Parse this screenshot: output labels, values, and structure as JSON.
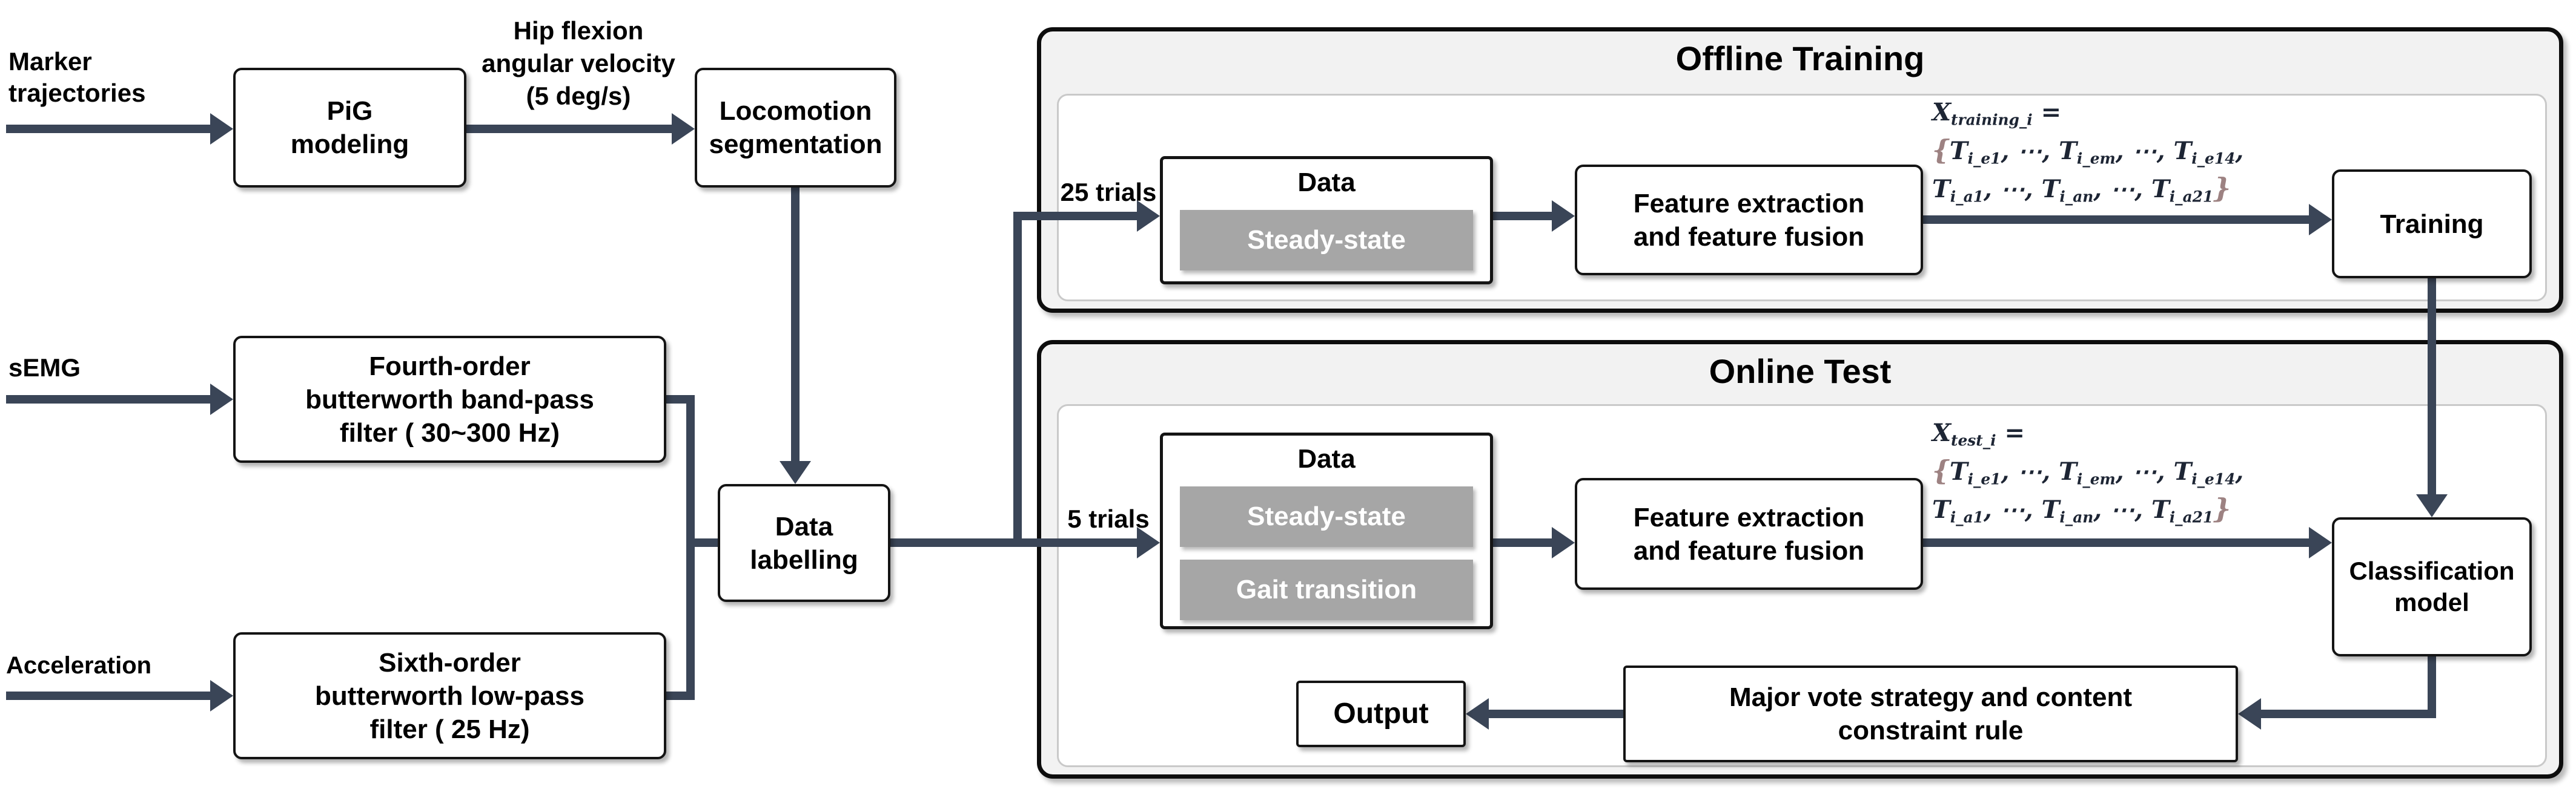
{
  "colors": {
    "accent": "#3a4557",
    "panel_fill": "#f2f2f2",
    "panel_border": "#0d0d0d",
    "inner_border": "#c9c9c9",
    "box_border": "#141414",
    "gray_box": "#a6a6a6",
    "formula_text": "#1d2534",
    "formula_brace": "#9d8282"
  },
  "preprocessing": {
    "marker_label": "Marker\ntrajectories",
    "pig_box": "PiG\nmodeling",
    "hip_velocity_label": "Hip flexion\nangular velocity\n(5 deg/s)",
    "locomotion_box": "Locomotion\nsegmentation",
    "semg_label": "sEMG",
    "bandpass_box": "Fourth-order\nbutterworth band-pass\nfilter ( 30~300 Hz)",
    "acceleration_label": "Acceleration",
    "lowpass_box": "Sixth-order\nbutterworth low-pass\nfilter ( 25 Hz)",
    "labelling_box": "Data\nlabelling"
  },
  "offline": {
    "title": "Offline Training",
    "trials_label": "25 trials",
    "data_box_title": "Data",
    "data_items": [
      "Steady-state"
    ],
    "feature_box": "Feature extraction\nand feature fusion",
    "training_box": "Training",
    "formula": {
      "lines": [
        [
          {
            "t": "X"
          },
          {
            "t": "training_i",
            "s": 1
          },
          {
            "t": " ="
          }
        ],
        [
          {
            "t": "{",
            "b": 1
          },
          {
            "t": "T"
          },
          {
            "t": "i_e1",
            "s": 1
          },
          {
            "t": ", ⋯, "
          },
          {
            "t": "T"
          },
          {
            "t": "i_em",
            "s": 1
          },
          {
            "t": ", ⋯, "
          },
          {
            "t": "T"
          },
          {
            "t": "i_e14",
            "s": 1
          },
          {
            "t": ","
          }
        ],
        [
          {
            "t": "T"
          },
          {
            "t": "i_a1",
            "s": 1
          },
          {
            "t": ", ⋯, "
          },
          {
            "t": "T"
          },
          {
            "t": "i_an",
            "s": 1
          },
          {
            "t": ", ⋯, "
          },
          {
            "t": "T"
          },
          {
            "t": "i_a21",
            "s": 1
          },
          {
            "t": "}",
            "b": 1
          }
        ]
      ]
    }
  },
  "online": {
    "title": "Online Test",
    "trials_label": "5 trials",
    "data_box_title": "Data",
    "data_items": [
      "Steady-state",
      "Gait transition"
    ],
    "feature_box": "Feature extraction\nand feature fusion",
    "classification_box": "Classification\nmodel",
    "major_vote_box": "Major vote strategy and content\nconstraint rule",
    "output_box": "Output",
    "formula": {
      "lines": [
        [
          {
            "t": "X"
          },
          {
            "t": "test_i",
            "s": 1
          },
          {
            "t": " ="
          }
        ],
        [
          {
            "t": "{",
            "b": 1
          },
          {
            "t": "T"
          },
          {
            "t": "i_e1",
            "s": 1
          },
          {
            "t": ", ⋯, "
          },
          {
            "t": "T"
          },
          {
            "t": "i_em",
            "s": 1
          },
          {
            "t": ", ⋯, "
          },
          {
            "t": "T"
          },
          {
            "t": "i_e14",
            "s": 1
          },
          {
            "t": ","
          }
        ],
        [
          {
            "t": "T"
          },
          {
            "t": "i_a1",
            "s": 1
          },
          {
            "t": ", ⋯, "
          },
          {
            "t": "T"
          },
          {
            "t": "i_an",
            "s": 1
          },
          {
            "t": ", ⋯, "
          },
          {
            "t": "T"
          },
          {
            "t": "i_a21",
            "s": 1
          },
          {
            "t": "}",
            "b": 1
          }
        ]
      ]
    }
  }
}
